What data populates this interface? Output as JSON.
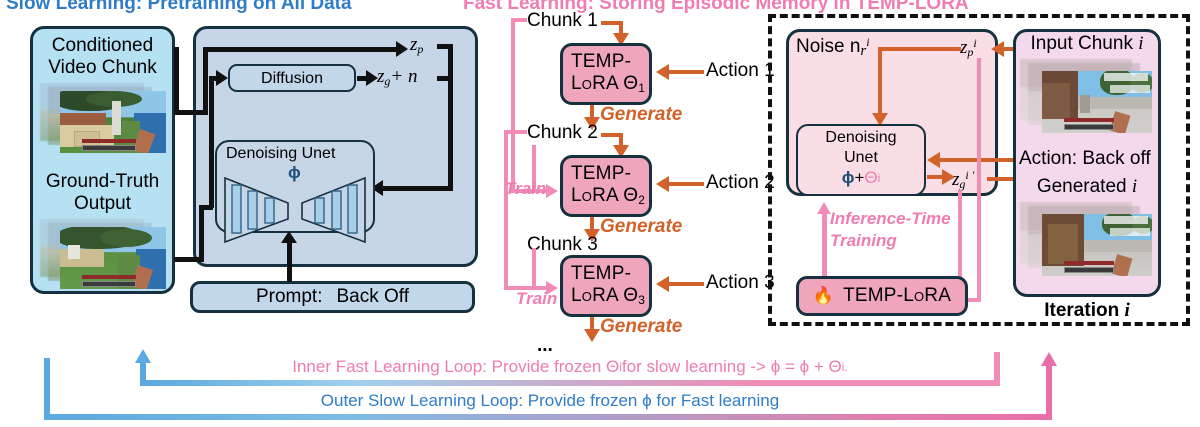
{
  "titles": {
    "slow": "Slow Learning: Pretraining on All Data",
    "fast": "Fast Learning: Storing Episodic Memory in TEMP-LORA"
  },
  "left_panel": {
    "conditioned_label": "Conditioned",
    "conditioned_label2": "Video Chunk",
    "ground_truth_label": "Ground-Truth",
    "ground_truth_label2": "Output"
  },
  "diffusion_panel": {
    "diffusion_label": "Diffusion",
    "zp": "z",
    "zp_sub": "p",
    "zg": "z",
    "zg_sub": "g",
    "zg_plus_n": "+ n",
    "unet_label": "Denoising Unet",
    "unet_phi": "ϕ",
    "prompt_label": "Prompt:",
    "prompt_value": "Back Off"
  },
  "fast_chain": {
    "chunks": [
      {
        "chunk": "Chunk 1",
        "lora": "TEMP-",
        "lora2": "LoRA Θ",
        "sub": "1",
        "action": "Action 1",
        "generate": "Generate"
      },
      {
        "chunk": "Chunk 2",
        "lora": "TEMP-",
        "lora2": "LoRA Θ",
        "sub": "2",
        "action": "Action 2",
        "generate": "Generate"
      },
      {
        "chunk": "Chunk 3",
        "lora": "TEMP-",
        "lora2": "LoRA Θ",
        "sub": "3",
        "action": "Action 3",
        "generate": "Generate"
      }
    ],
    "train_label": "Train",
    "ellipsis": "..."
  },
  "iteration_panel": {
    "noise_label": "Noise n",
    "noise_sub": "r",
    "noise_sup": "i",
    "zp": "z",
    "zp_sub": "p",
    "zp_sup": "i",
    "unet_line1": "Denoising",
    "unet_line2": "Unet",
    "unet_phi": "ϕ",
    "unet_plus": " + ",
    "unet_theta": "Θ",
    "unet_theta_sub": "i",
    "zgp": "z",
    "zgp_sub": "g",
    "zgp_sup": "i ′",
    "inference_training_line1": "Inference-Time",
    "inference_training_line2": "Training",
    "temp_lora_badge": "TEMP-LoRA",
    "fire_icon": "🔥",
    "input_chunk_label": "Input Chunk i",
    "action_label": "Action: Back off",
    "generated_label": "Generated i",
    "iteration_label": "Iteration i"
  },
  "loops": {
    "inner": "Inner Fast Learning Loop: Provide frozen Θ",
    "inner_sub": "i",
    "inner_tail": " for slow learning -> ϕ = ϕ + Θ",
    "inner_tail_sub": "i.",
    "outer": "Outer Slow Learning Loop: Provide frozen ϕ for Fast learning"
  },
  "colors": {
    "blue_title": "#2f7cc9",
    "pink_title": "#ef7daf",
    "orange_arrow": "#d2622a",
    "pink_arrow": "#f08cb6",
    "box_border": "#15313f",
    "pink_fill": "#efa6bd",
    "blue_light_fill": "#b6e1f2",
    "blue_grey_fill": "#c6d6e6",
    "pink_pale_fill": "#fadee6",
    "pink_lilac_fill": "#f4d8ec"
  }
}
